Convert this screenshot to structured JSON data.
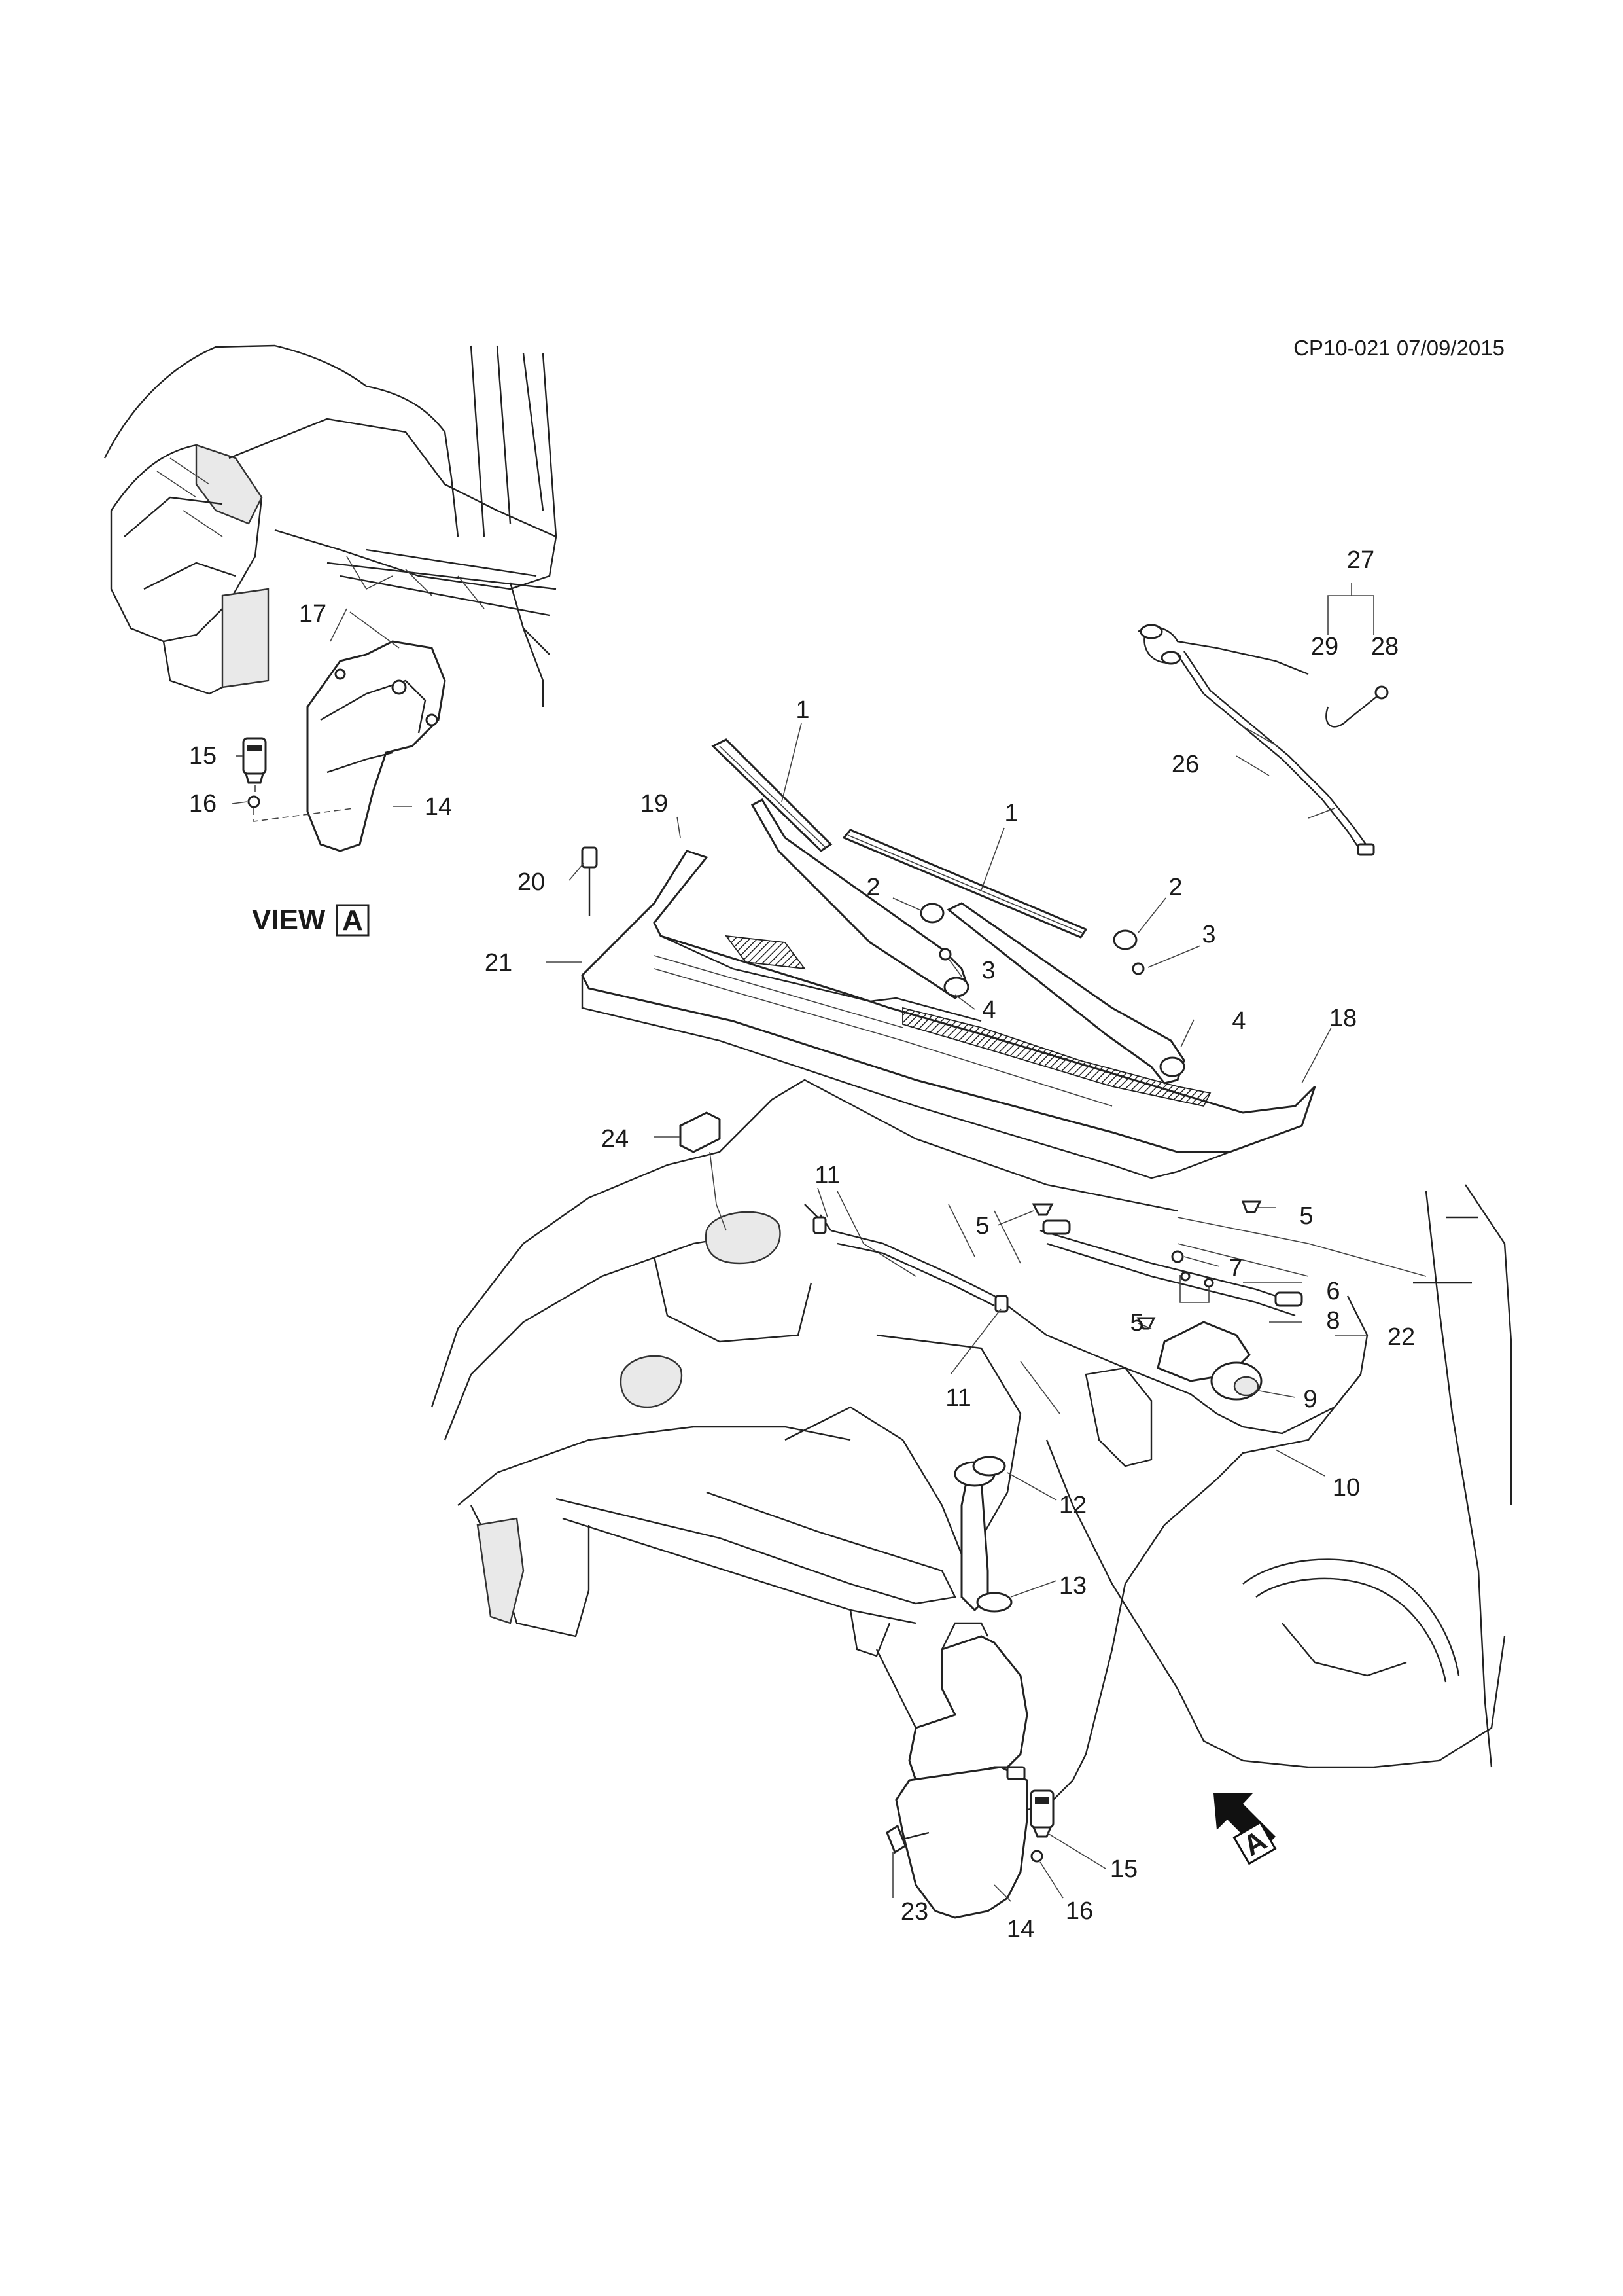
{
  "reference": "CP10-021 07/09/2015",
  "view": {
    "label": "VIEW",
    "letter": "A"
  },
  "arrow_letter": "A",
  "callouts": [
    {
      "id": "c1a",
      "text": "1"
    },
    {
      "id": "c1b",
      "text": "1"
    },
    {
      "id": "c2a",
      "text": "2"
    },
    {
      "id": "c2b",
      "text": "2"
    },
    {
      "id": "c3a",
      "text": "3"
    },
    {
      "id": "c3b",
      "text": "3"
    },
    {
      "id": "c4a",
      "text": "4"
    },
    {
      "id": "c4b",
      "text": "4"
    },
    {
      "id": "c5a",
      "text": "5"
    },
    {
      "id": "c5b",
      "text": "5"
    },
    {
      "id": "c5c",
      "text": "5"
    },
    {
      "id": "c6",
      "text": "6"
    },
    {
      "id": "c7",
      "text": "7"
    },
    {
      "id": "c8",
      "text": "8"
    },
    {
      "id": "c9",
      "text": "9"
    },
    {
      "id": "c10",
      "text": "10"
    },
    {
      "id": "c11a",
      "text": "11"
    },
    {
      "id": "c11b",
      "text": "11"
    },
    {
      "id": "c12",
      "text": "12"
    },
    {
      "id": "c13",
      "text": "13"
    },
    {
      "id": "c14a",
      "text": "14"
    },
    {
      "id": "c14b",
      "text": "14"
    },
    {
      "id": "c15a",
      "text": "15"
    },
    {
      "id": "c15b",
      "text": "15"
    },
    {
      "id": "c16a",
      "text": "16"
    },
    {
      "id": "c16b",
      "text": "16"
    },
    {
      "id": "c17",
      "text": "17"
    },
    {
      "id": "c18",
      "text": "18"
    },
    {
      "id": "c19",
      "text": "19"
    },
    {
      "id": "c20",
      "text": "20"
    },
    {
      "id": "c21",
      "text": "21"
    },
    {
      "id": "c22",
      "text": "22"
    },
    {
      "id": "c23",
      "text": "23"
    },
    {
      "id": "c24",
      "text": "24"
    },
    {
      "id": "c26",
      "text": "26"
    },
    {
      "id": "c27",
      "text": "27"
    },
    {
      "id": "c28",
      "text": "28"
    },
    {
      "id": "c29",
      "text": "29"
    }
  ]
}
